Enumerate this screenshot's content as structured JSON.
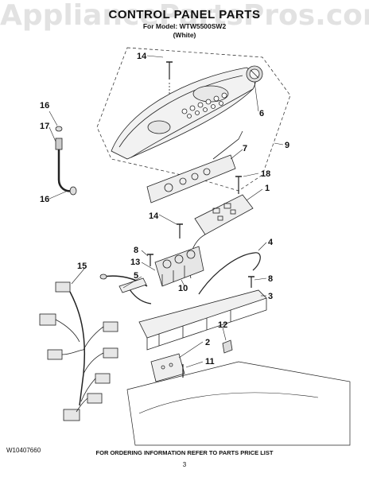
{
  "watermark": "AppliancePartsPros.com",
  "header": {
    "title": "CONTROL PANEL PARTS",
    "model_line": "For Model: WTW5500SW2",
    "color_line": "(White)"
  },
  "callouts": {
    "c14_top": "14",
    "c16_top": "16",
    "c17": "17",
    "c6": "6",
    "c7": "7",
    "c9": "9",
    "c18": "18",
    "c1": "1",
    "c16_mid": "16",
    "c14_mid": "14",
    "c4": "4",
    "c8_left": "8",
    "c13": "13",
    "c15": "15",
    "c5": "5",
    "c10": "10",
    "c8_right": "8",
    "c3": "3",
    "c12": "12",
    "c2": "2",
    "c11": "11"
  },
  "footer": {
    "doc_number": "W10407660",
    "ordering_note": "FOR ORDERING INFORMATION REFER TO PARTS PRICE LIST",
    "page_number": "3"
  }
}
